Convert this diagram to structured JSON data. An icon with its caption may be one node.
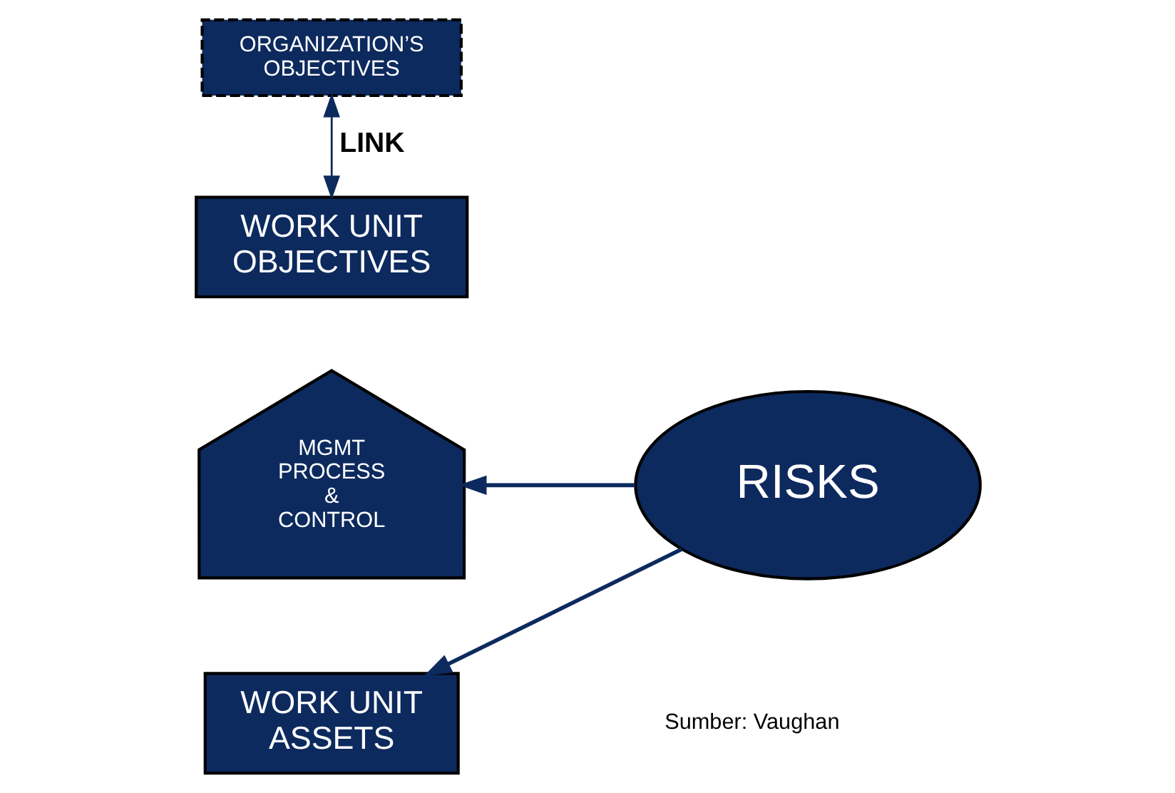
{
  "diagram": {
    "nodes": [
      {
        "text": [
          "ORGANIZATION’S OBJECTIVES"
        ]
      },
      {
        "text": [
          "WORK UNIT OBJECTIVES"
        ]
      },
      {
        "text": [
          "MGMT PROCESS & CONTROL"
        ]
      },
      {
        "text": [
          "WORK UNIT ASSETS"
        ]
      },
      {
        "text": [
          "RISKS"
        ]
      }
    ],
    "edges": [
      {
        "from": 0,
        "to": 1,
        "arrow": "both",
        "label": "LINK"
      },
      {
        "from": 4,
        "to": 2,
        "arrow": "to"
      },
      {
        "from": 4,
        "to": 3,
        "arrow": "to"
      }
    ],
    "labels": [
      "Sumber: Vaughan"
    ]
  }
}
